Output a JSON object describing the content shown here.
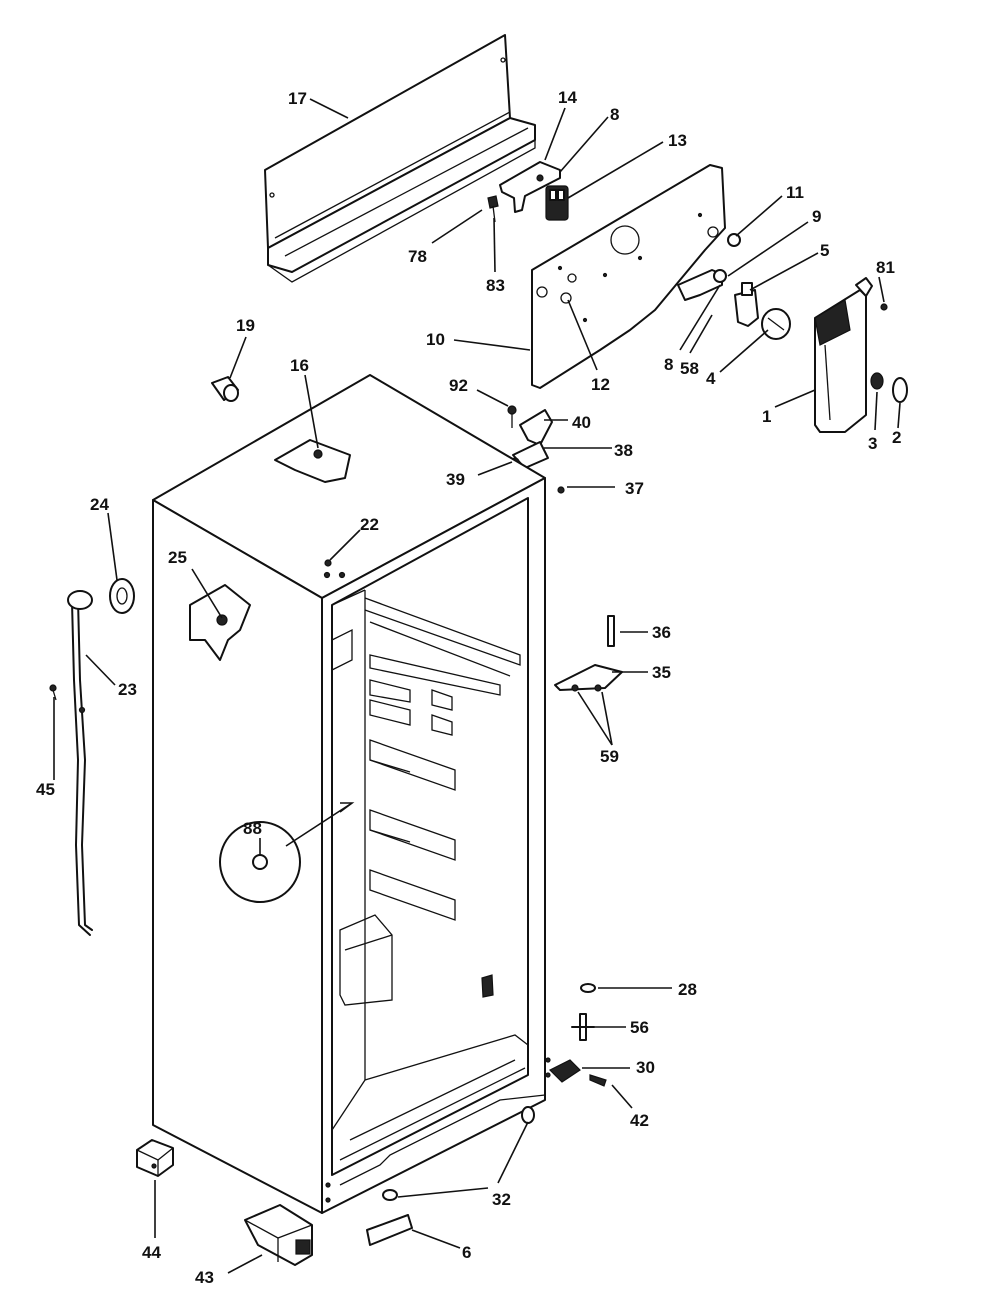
{
  "diagram": {
    "callouts": [
      {
        "id": "c17",
        "text": "17"
      },
      {
        "id": "c14",
        "text": "14"
      },
      {
        "id": "c8a",
        "text": "8"
      },
      {
        "id": "c13",
        "text": "13"
      },
      {
        "id": "c78",
        "text": "78"
      },
      {
        "id": "c83",
        "text": "83"
      },
      {
        "id": "c11",
        "text": "11"
      },
      {
        "id": "c9",
        "text": "9"
      },
      {
        "id": "c5",
        "text": "5"
      },
      {
        "id": "c81",
        "text": "81"
      },
      {
        "id": "c10",
        "text": "10"
      },
      {
        "id": "c12",
        "text": "12"
      },
      {
        "id": "c8b",
        "text": "8"
      },
      {
        "id": "c58",
        "text": "58"
      },
      {
        "id": "c4",
        "text": "4"
      },
      {
        "id": "c1",
        "text": "1"
      },
      {
        "id": "c3",
        "text": "3"
      },
      {
        "id": "c2",
        "text": "2"
      },
      {
        "id": "c19",
        "text": "19"
      },
      {
        "id": "c16",
        "text": "16"
      },
      {
        "id": "c92",
        "text": "92"
      },
      {
        "id": "c40",
        "text": "40"
      },
      {
        "id": "c38",
        "text": "38"
      },
      {
        "id": "c39",
        "text": "39"
      },
      {
        "id": "c37",
        "text": "37"
      },
      {
        "id": "c24",
        "text": "24"
      },
      {
        "id": "c22",
        "text": "22"
      },
      {
        "id": "c25",
        "text": "25"
      },
      {
        "id": "c23",
        "text": "23"
      },
      {
        "id": "c45",
        "text": "45"
      },
      {
        "id": "c36",
        "text": "36"
      },
      {
        "id": "c35",
        "text": "35"
      },
      {
        "id": "c59",
        "text": "59"
      },
      {
        "id": "c88",
        "text": "88"
      },
      {
        "id": "c28",
        "text": "28"
      },
      {
        "id": "c56",
        "text": "56"
      },
      {
        "id": "c30",
        "text": "30"
      },
      {
        "id": "c42",
        "text": "42"
      },
      {
        "id": "c32",
        "text": "32"
      },
      {
        "id": "c44",
        "text": "44"
      },
      {
        "id": "c6",
        "text": "6"
      },
      {
        "id": "c43",
        "text": "43"
      }
    ]
  }
}
